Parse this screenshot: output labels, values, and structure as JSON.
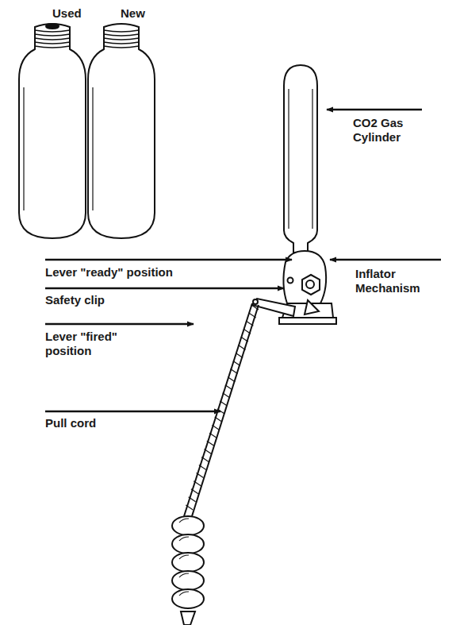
{
  "diagram": {
    "labels": [
      "Used",
      "New",
      "CO2 Gas Cylinder",
      "Lever \"ready\" position",
      "Safety clip",
      "Lever \"fired\" position",
      "Pull cord",
      "Inflator Mechanism"
    ]
  }
}
